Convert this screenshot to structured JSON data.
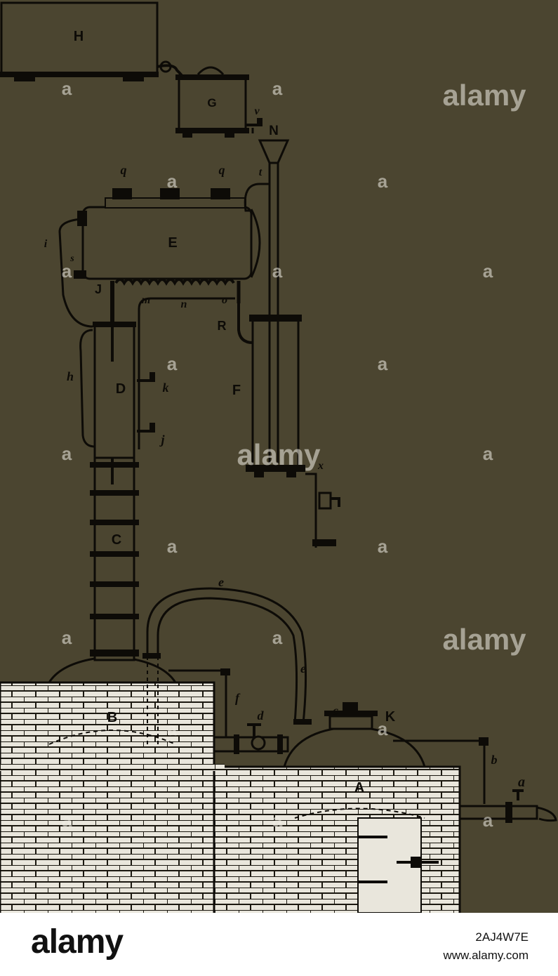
{
  "diagram": {
    "labels": {
      "H": "H",
      "G": "G",
      "v": "v",
      "N": "N",
      "q1": "q",
      "q2": "q",
      "t": "t",
      "E": "E",
      "i": "i",
      "s": "s",
      "J": "J",
      "m": "m",
      "n": "n",
      "o": "o",
      "R": "R",
      "h": "h",
      "D": "D",
      "k": "k",
      "j": "j",
      "F": "F",
      "x": "x",
      "C": "C",
      "e1": "e",
      "e2": "e",
      "f": "f",
      "d": "d",
      "c": "c",
      "K": "K",
      "B": "B",
      "A": "A",
      "b": "b",
      "a": "a"
    }
  },
  "watermark": {
    "text": "alamy",
    "glyph": "a"
  },
  "footer": {
    "logo": "alamy",
    "image_id": "2AJ4W7E",
    "site": "www.alamy.com"
  },
  "colors": {
    "background": "#4b4530",
    "ink": "#0d0b07",
    "brick": "#e9e6dc",
    "footer": "#ffffff"
  }
}
